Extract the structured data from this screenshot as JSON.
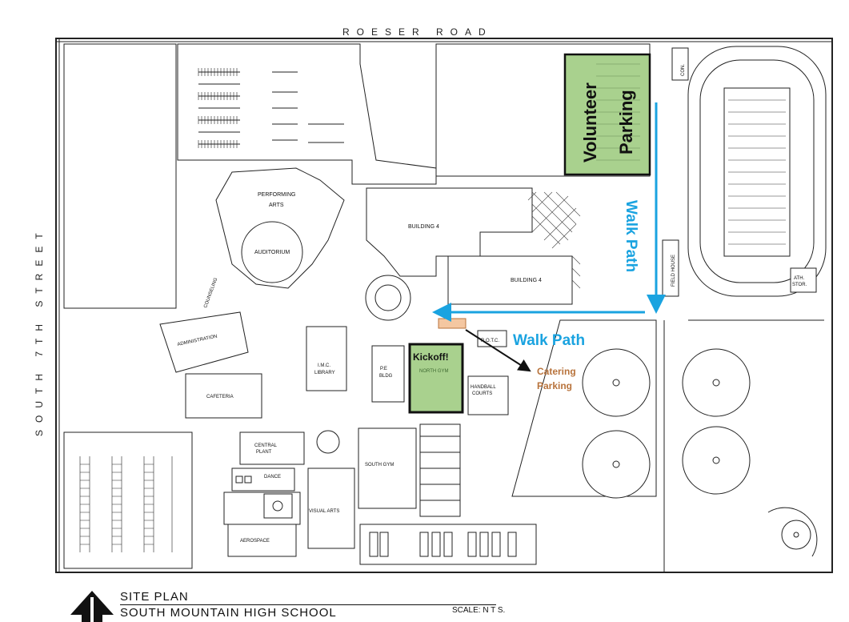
{
  "streets": {
    "north": "ROESER ROAD",
    "west": "SOUTH 7TH STREET"
  },
  "buildings": {
    "performing_arts": "PERFORMING ARTS",
    "auditorium": "AUDITORIUM",
    "building4_a": "BUILDING 4",
    "building4_b": "BUILDING 4",
    "administration": "ADMINISTRATION",
    "counseling": "COUNSELING",
    "imc_library": "I.M.C. LIBRARY",
    "pe_bldg": "P.E BLDG",
    "north_gym": "NORTH GYM",
    "rotc": "R.O.T.C.",
    "handball_courts": "HANDBALL COURTS",
    "cafeteria": "CAFETERIA",
    "central_plant": "CENTRAL PLANT",
    "dance": "DANCE",
    "south_gym": "SOUTH GYM",
    "visual_arts": "VISUAL ARTS",
    "aerospace": "AEROSPACE",
    "field_house": "FIELD HOUSE",
    "ath_stor": "ATH. STOR.",
    "con": "CON."
  },
  "callouts": {
    "volunteer": "Volunteer",
    "parking": "Parking",
    "walk_path_vertical": "Walk Path",
    "walk_path_horizontal": "Walk Path",
    "kickoff": "Kickoff!",
    "catering": "Catering",
    "catering_parking": "Parking"
  },
  "colors": {
    "highlight_green": "#a9d18e",
    "walk_path_blue": "#1aa3e0",
    "catering_brown": "#b8733c",
    "outline": "#222222"
  },
  "title_block": {
    "line1": "SITE PLAN",
    "line2": "SOUTH MOUNTAIN HIGH SCHOOL",
    "scale": "SCALE:  N T S."
  },
  "icons": {
    "north_arrow": "north-arrow-icon"
  }
}
